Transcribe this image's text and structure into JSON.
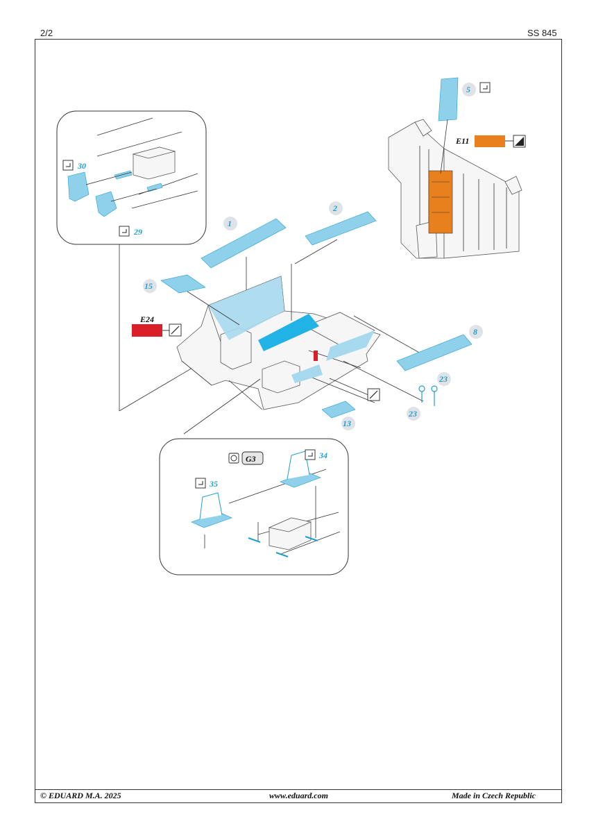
{
  "header": {
    "page": "2/2",
    "set_code": "SS 845"
  },
  "footer": {
    "copyright": "© EDUARD  M.A. 2025",
    "website": "www.eduard.com",
    "origin": "Made in Czech Republic"
  },
  "parts": {
    "p1": "1",
    "p2": "2",
    "p5": "5",
    "p8": "8",
    "p13": "13",
    "p15": "15",
    "p23a": "23",
    "p23b": "23",
    "p29": "29",
    "p30": "30",
    "p34": "34",
    "p35": "35"
  },
  "paints": {
    "e11": "E11",
    "e24": "E24",
    "g3": "G3"
  },
  "colors": {
    "pe_blue": "#1f9fcf",
    "pe_light": "#8fd0ea",
    "orange": "#e8801e",
    "red": "#d9202a",
    "label_circle": "#dfe3e8"
  }
}
